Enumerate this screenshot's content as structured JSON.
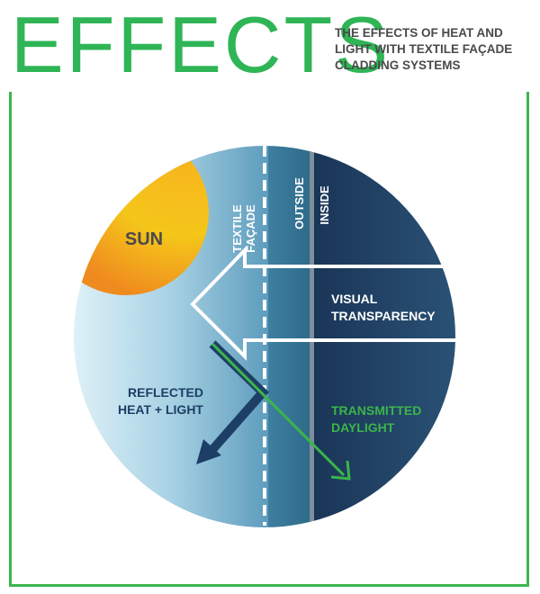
{
  "header": {
    "title": "EFFECTS",
    "subtitle_lines": [
      "THE EFFECTS OF HEAT AND",
      "LIGHT WITH TEXTILE FAÇADE",
      "CLADDING SYSTEMS"
    ]
  },
  "diagram": {
    "sun_label": "SUN",
    "textile_facade_lines": [
      "TEXTILE",
      "FAÇADE"
    ],
    "outside_label": "OUTSIDE",
    "inside_label": "INSIDE",
    "visual_transparency_lines": [
      "VISUAL",
      "TRANSPARENCY"
    ],
    "reflected_lines": [
      "REFLECTED",
      "HEAT + LIGHT"
    ],
    "transmitted_lines": [
      "TRANSMITTED",
      "DAYLIGHT"
    ]
  },
  "colors": {
    "accent_green": "#2fb556",
    "frame_green": "#3cb64f",
    "navy": "#1d3a5e",
    "mid_blue": "#2f6f8c",
    "sun_orange": "#f29a1c",
    "sun_yellow": "#f7d31a"
  }
}
